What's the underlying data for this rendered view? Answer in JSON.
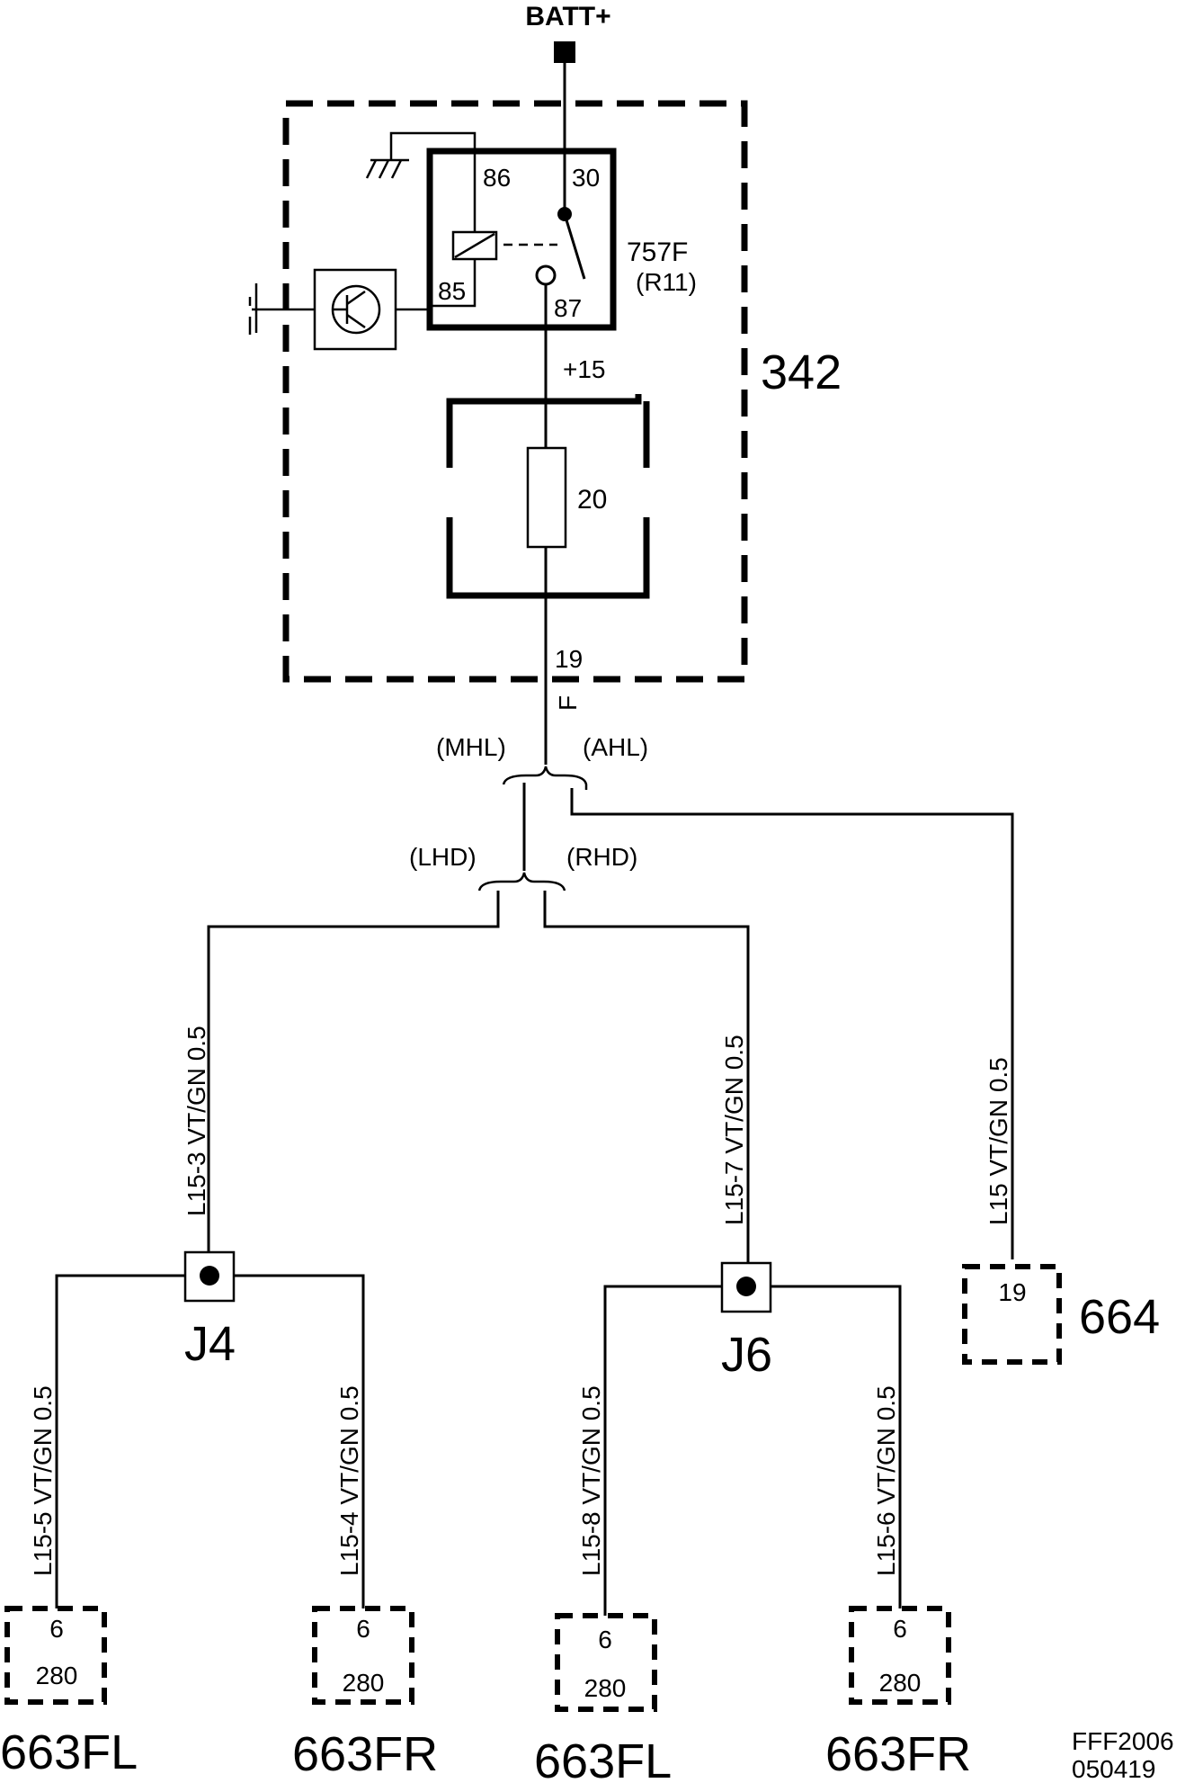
{
  "supply": {
    "batt": "BATT+"
  },
  "module": {
    "id": "342"
  },
  "relay": {
    "id": "757F",
    "alt": "(R11)",
    "pins": {
      "p86": "86",
      "p30": "30",
      "p85": "85",
      "p87": "87"
    }
  },
  "fuse": {
    "feed": "+15",
    "rating": "20",
    "out_pin": "19",
    "out_letter": "F"
  },
  "variants": {
    "mhl": "(MHL)",
    "ahl": "(AHL)",
    "lhd": "(LHD)",
    "rhd": "(RHD)"
  },
  "wires": {
    "l15_3": "L15-3   VT/GN  0.5",
    "l15_7": "L15-7   VT/GN  0.5",
    "l15": "L15   VT/GN  0.5",
    "l15_5": "L15-5   VT/GN  0.5",
    "l15_4": "L15-4   VT/GN  0.5",
    "l15_8": "L15-8   VT/GN  0.5",
    "l15_6": "L15-6   VT/GN  0.5"
  },
  "junctions": {
    "j4": "J4",
    "j6": "J6"
  },
  "connectors": {
    "c664": {
      "pin": "19",
      "name": "664"
    },
    "fl1": {
      "pin": "6",
      "num": "280",
      "name": "663FL"
    },
    "fr1": {
      "pin": "6",
      "num": "280",
      "name": "663FR"
    },
    "fl2": {
      "pin": "6",
      "num": "280",
      "name": "663FL"
    },
    "fr2": {
      "pin": "6",
      "num": "280",
      "name": "663FR"
    }
  },
  "footer": {
    "code": "FFF2006",
    "date": "050419"
  }
}
